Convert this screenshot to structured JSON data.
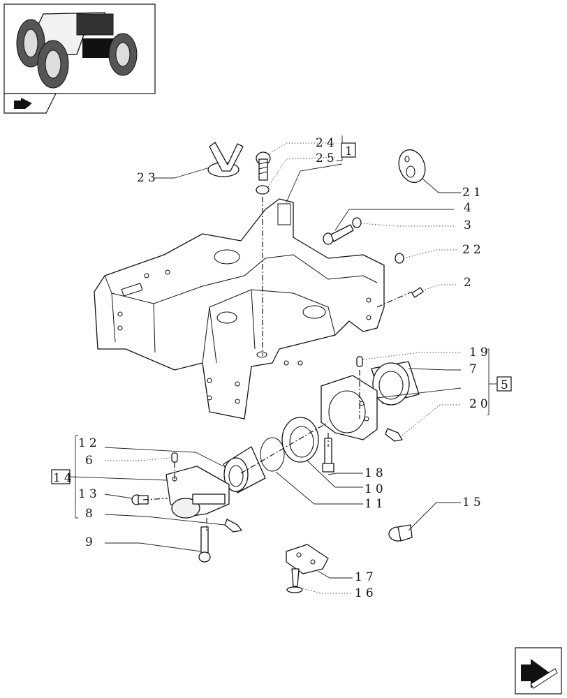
{
  "labels": {
    "n1": "1",
    "n2": "2",
    "n3": "3",
    "n4": "4",
    "n5": "5",
    "n6": "6",
    "n7": "7",
    "n8": "8",
    "n9": "9",
    "n10": "10",
    "n11": "11",
    "n12": "12",
    "n13": "13",
    "n14": "14",
    "n15": "15",
    "n16": "16",
    "n17": "17",
    "n18": "18",
    "n19": "19",
    "n20": "20",
    "n21": "21",
    "n22": "22",
    "n23": "23",
    "n24": "24",
    "n25": "25"
  },
  "icons": {
    "thumbnail": "tractor-thumbnail-icon",
    "corner": "folder-arrow-icon",
    "nav": "next-page-arrow-icon"
  }
}
